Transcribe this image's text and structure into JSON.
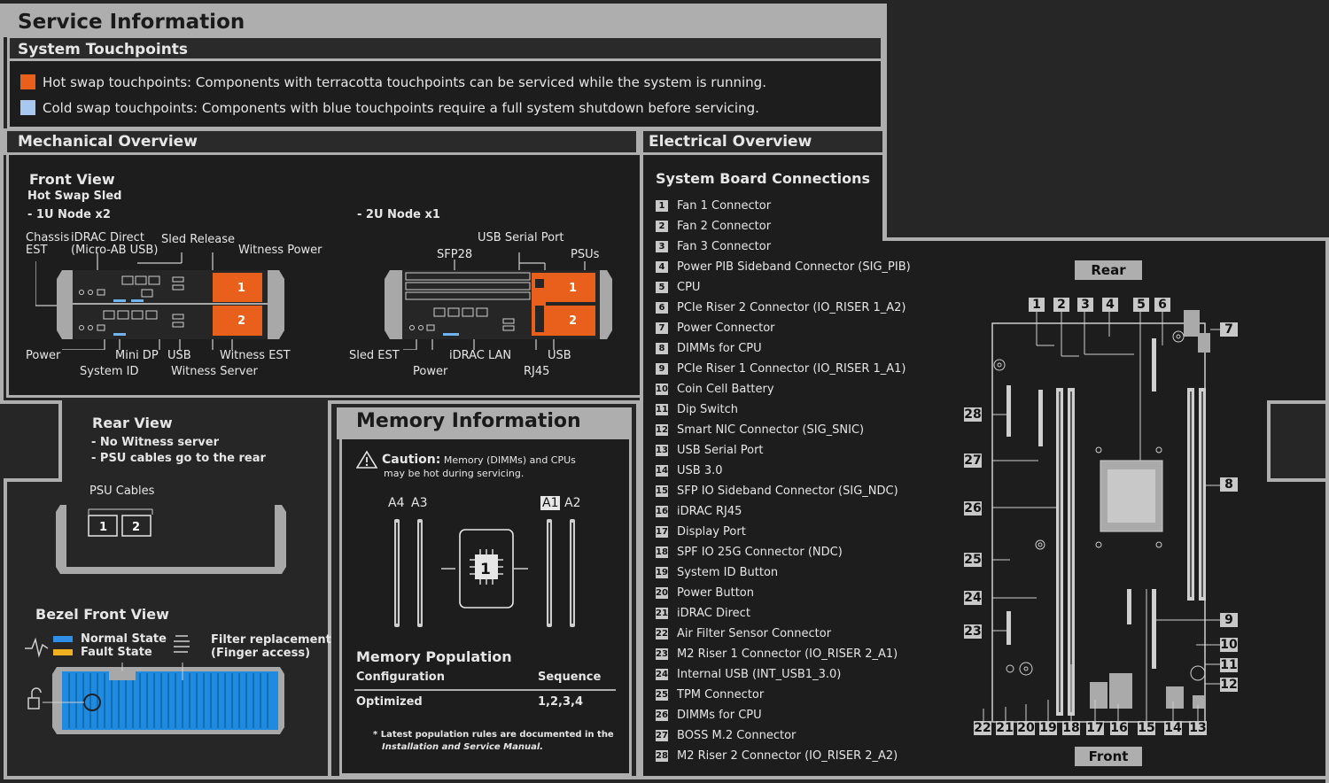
{
  "service": {
    "title": "Service Information"
  },
  "touchpoints": {
    "title": "System Touchpoints",
    "hot": "Hot swap touchpoints: Components with terracotta touchpoints can be serviced while the system is running.",
    "cold": "Cold swap touchpoints: Components with blue touchpoints require a full system shutdown before servicing.",
    "hot_color": "#e8601c",
    "cold_color": "#a8c8f0"
  },
  "mechanical": {
    "title": "Mechanical Overview",
    "front_view": "Front View",
    "hot_swap_sled": "Hot Swap Sled",
    "node_1u": "- 1U Node x2",
    "node_2u": "- 2U Node x1",
    "labels_1u": {
      "chassis": "Chassis",
      "est": "EST",
      "idrac_direct": "iDRAC Direct",
      "micro_ab": "(Micro-AB USB)",
      "sled_release": "Sled Release",
      "witness_power": "Witness Power",
      "power": "Power",
      "mini_dp": "Mini DP",
      "usb": "USB",
      "witness_est": "Witness EST",
      "system_id": "System ID",
      "witness_server": "Witness Server"
    },
    "labels_2u": {
      "usb_serial": "USB Serial Port",
      "sfp28": "SFP28",
      "psus": "PSUs",
      "sled_est": "Sled EST",
      "idrac_lan": "iDRAC LAN",
      "usb": "USB",
      "power": "Power",
      "rj45": "RJ45"
    },
    "bay1": "1",
    "bay2": "2",
    "rear_view": "Rear View",
    "no_witness": "- No Witness server",
    "psu_rear": "- PSU cables go to the rear",
    "psu_cables": "PSU Cables",
    "bezel_front": "Bezel Front View",
    "normal_state": "Normal State",
    "fault_state": "Fault State",
    "filter_replacement": "Filter replacement",
    "finger_access": "(Finger access)"
  },
  "memory": {
    "title": "Memory Information",
    "caution_label": "Caution:",
    "caution_text1": " Memory (DIMMs) and CPUs",
    "caution_text2": "may be hot during servicing.",
    "slots": [
      "A4",
      "A3",
      "A1",
      "A2"
    ],
    "population_title": "Memory Population",
    "col_config": "Configuration",
    "col_sequence": "Sequence",
    "row_config": "Optimized",
    "row_sequence": "1,2,3,4",
    "note1": "* Latest population rules are documented in the",
    "note2": "Installation and Service Manual."
  },
  "electrical": {
    "title": "Electrical Overview",
    "board_title": "System Board Connections",
    "connections": [
      {
        "n": "1",
        "label": "Fan 1 Connector"
      },
      {
        "n": "2",
        "label": "Fan 2 Connector"
      },
      {
        "n": "3",
        "label": "Fan 3 Connector"
      },
      {
        "n": "4",
        "label": "Power PIB Sideband Connector (SIG_PIB)"
      },
      {
        "n": "5",
        "label": "CPU"
      },
      {
        "n": "6",
        "label": "PCIe Riser 2 Connector (IO_RISER 1_A2)"
      },
      {
        "n": "7",
        "label": "Power Connector"
      },
      {
        "n": "8",
        "label": "DIMMs for CPU"
      },
      {
        "n": "9",
        "label": "PCIe Riser 1 Connector (IO_RISER 1_A1)"
      },
      {
        "n": "10",
        "label": "Coin Cell Battery"
      },
      {
        "n": "11",
        "label": "Dip Switch"
      },
      {
        "n": "12",
        "label": "Smart NIC Connector (SIG_SNIC)"
      },
      {
        "n": "13",
        "label": "USB Serial Port"
      },
      {
        "n": "14",
        "label": "USB 3.0"
      },
      {
        "n": "15",
        "label": "SFP IO Sideband Connector (SIG_NDC)"
      },
      {
        "n": "16",
        "label": "iDRAC RJ45"
      },
      {
        "n": "17",
        "label": "Display Port"
      },
      {
        "n": "18",
        "label": "SPF IO 25G Connector (NDC)"
      },
      {
        "n": "19",
        "label": "System ID Button"
      },
      {
        "n": "20",
        "label": "Power Button"
      },
      {
        "n": "21",
        "label": "iDRAC Direct"
      },
      {
        "n": "22",
        "label": "Air Filter Sensor Connector"
      },
      {
        "n": "23",
        "label": "M2 Riser 1 Connector (IO_RISER 2_A1)"
      },
      {
        "n": "24",
        "label": "Internal USB (INT_USB1_3.0)"
      },
      {
        "n": "25",
        "label": "TPM Connector"
      },
      {
        "n": "26",
        "label": "DIMMs for CPU"
      },
      {
        "n": "27",
        "label": "BOSS M.2 Connector"
      },
      {
        "n": "28",
        "label": "M2 Riser 2 Connector (IO_RISER 2_A2)"
      }
    ],
    "rear": "Rear",
    "front": "Front",
    "top_nums": [
      "1",
      "2",
      "3",
      "4",
      "5",
      "6"
    ],
    "right_nums": [
      "7",
      "8",
      "9",
      "10",
      "11",
      "12"
    ],
    "left_nums": [
      "28",
      "27",
      "26",
      "25",
      "24",
      "23"
    ],
    "bottom_nums": [
      "22",
      "21",
      "20",
      "19",
      "18",
      "17",
      "16",
      "15",
      "14",
      "13"
    ]
  }
}
